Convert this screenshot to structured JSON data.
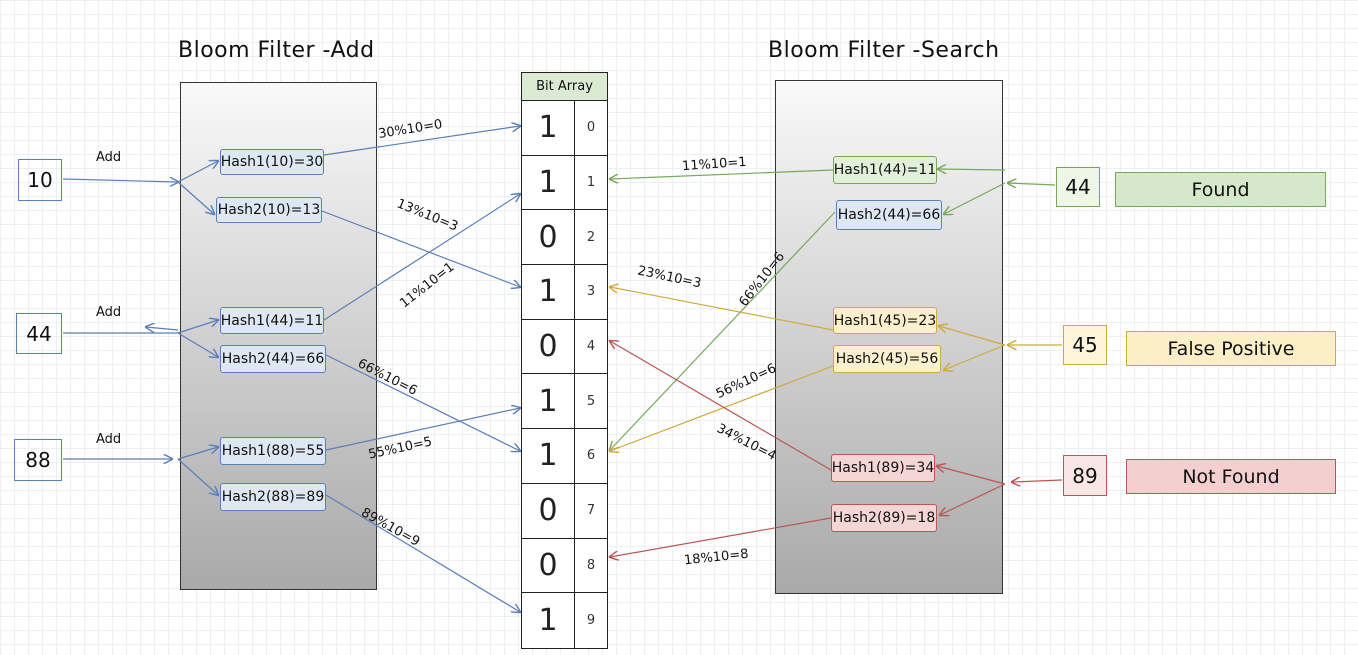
{
  "add": {
    "title": "Bloom Filter -Add",
    "inputs": [
      {
        "value": "10",
        "label": "Add"
      },
      {
        "value": "44",
        "label": "Add"
      },
      {
        "value": "88",
        "label": "Add"
      }
    ],
    "hashes": [
      "Hash1(10)=30",
      "Hash2(10)=13",
      "Hash1(44)=11",
      "Hash2(44)=66",
      "Hash1(88)=55",
      "Hash2(88)=89"
    ],
    "mods": [
      "30%10=0",
      "13%10=3",
      "11%10=1",
      "66%10=6",
      "55%10=5",
      "89%10=9"
    ]
  },
  "bit_array": {
    "header": "Bit Array",
    "bits": [
      "1",
      "1",
      "0",
      "1",
      "0",
      "1",
      "1",
      "0",
      "0",
      "1"
    ],
    "indexes": [
      "0",
      "1",
      "2",
      "3",
      "4",
      "5",
      "6",
      "7",
      "8",
      "9"
    ]
  },
  "search": {
    "title": "Bloom Filter -Search",
    "inputs": [
      "44",
      "45",
      "89"
    ],
    "hashes": [
      "Hash1(44)=11",
      "Hash2(44)=66",
      "Hash1(45)=23",
      "Hash2(45)=56",
      "Hash1(89)=34",
      "Hash2(89)=18"
    ],
    "mods": [
      "11%10=1",
      "66%10=6",
      "23%10=3",
      "56%10=6",
      "34%10=4",
      "18%10=8"
    ],
    "results": [
      "Found",
      "False Positive",
      "Not Found"
    ]
  },
  "colors": {
    "blue": "#5b7fb8",
    "green": "#77a85a",
    "yellow": "#cfaa3f",
    "red": "#b95656"
  }
}
